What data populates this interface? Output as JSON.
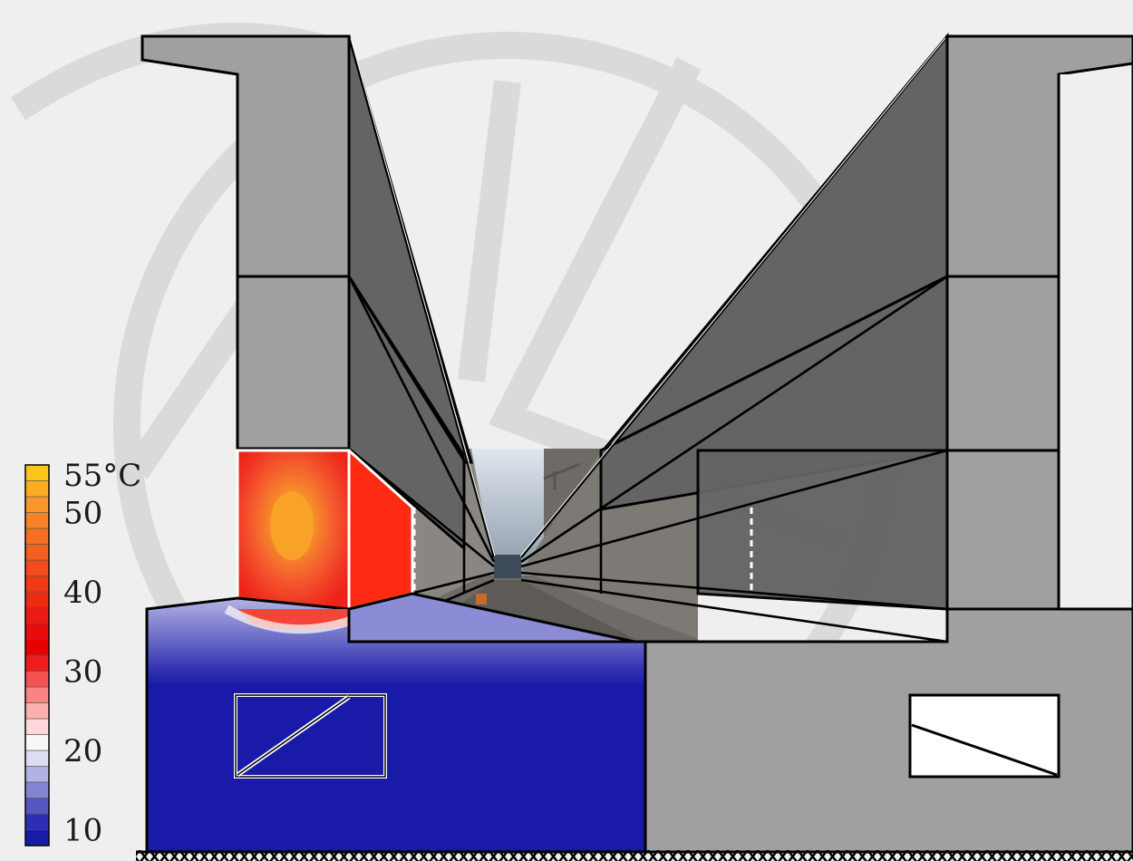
{
  "legend": {
    "unit_label": "55°C",
    "ticks": [
      {
        "value": 50,
        "label": "50"
      },
      {
        "value": 40,
        "label": "40"
      },
      {
        "value": 30,
        "label": "30"
      },
      {
        "value": 20,
        "label": "20"
      },
      {
        "value": 10,
        "label": "10"
      }
    ],
    "range": [
      8,
      56
    ],
    "bands": [
      {
        "from": 8,
        "to": 10,
        "color": "#1a1aa8"
      },
      {
        "from": 10,
        "to": 12,
        "color": "#2e2eb4"
      },
      {
        "from": 12,
        "to": 14,
        "color": "#5656c0"
      },
      {
        "from": 14,
        "to": 16,
        "color": "#8484d2"
      },
      {
        "from": 16,
        "to": 18,
        "color": "#b2b2e4"
      },
      {
        "from": 18,
        "to": 20,
        "color": "#dcdcf2"
      },
      {
        "from": 20,
        "to": 22,
        "color": "#f7f7f7"
      },
      {
        "from": 22,
        "to": 24,
        "color": "#fdd8d8"
      },
      {
        "from": 24,
        "to": 26,
        "color": "#fcb0b0"
      },
      {
        "from": 26,
        "to": 28,
        "color": "#f98484"
      },
      {
        "from": 28,
        "to": 30,
        "color": "#f25252"
      },
      {
        "from": 30,
        "to": 32,
        "color": "#ee1c1c"
      },
      {
        "from": 32,
        "to": 34,
        "color": "#e80000"
      },
      {
        "from": 34,
        "to": 36,
        "color": "#ea0b0b"
      },
      {
        "from": 36,
        "to": 38,
        "color": "#ec1a10"
      },
      {
        "from": 38,
        "to": 40,
        "color": "#ee2a12"
      },
      {
        "from": 40,
        "to": 42,
        "color": "#f03a16"
      },
      {
        "from": 42,
        "to": 44,
        "color": "#f24c1a"
      },
      {
        "from": 44,
        "to": 46,
        "color": "#f45e1e"
      },
      {
        "from": 46,
        "to": 48,
        "color": "#f67022"
      },
      {
        "from": 48,
        "to": 50,
        "color": "#f88226"
      },
      {
        "from": 50,
        "to": 52,
        "color": "#fa962a"
      },
      {
        "from": 52,
        "to": 54,
        "color": "#fcac22"
      },
      {
        "from": 54,
        "to": 56,
        "color": "#fdc41a"
      }
    ]
  },
  "colors": {
    "background": "#efefef",
    "concrete_light": "#a0a0a0",
    "concrete_dark": "#646464",
    "cold": "#1a1aa8",
    "hot_center": "#f8a22a",
    "hot_edge": "#ee1c1c",
    "outline": "#000000"
  }
}
